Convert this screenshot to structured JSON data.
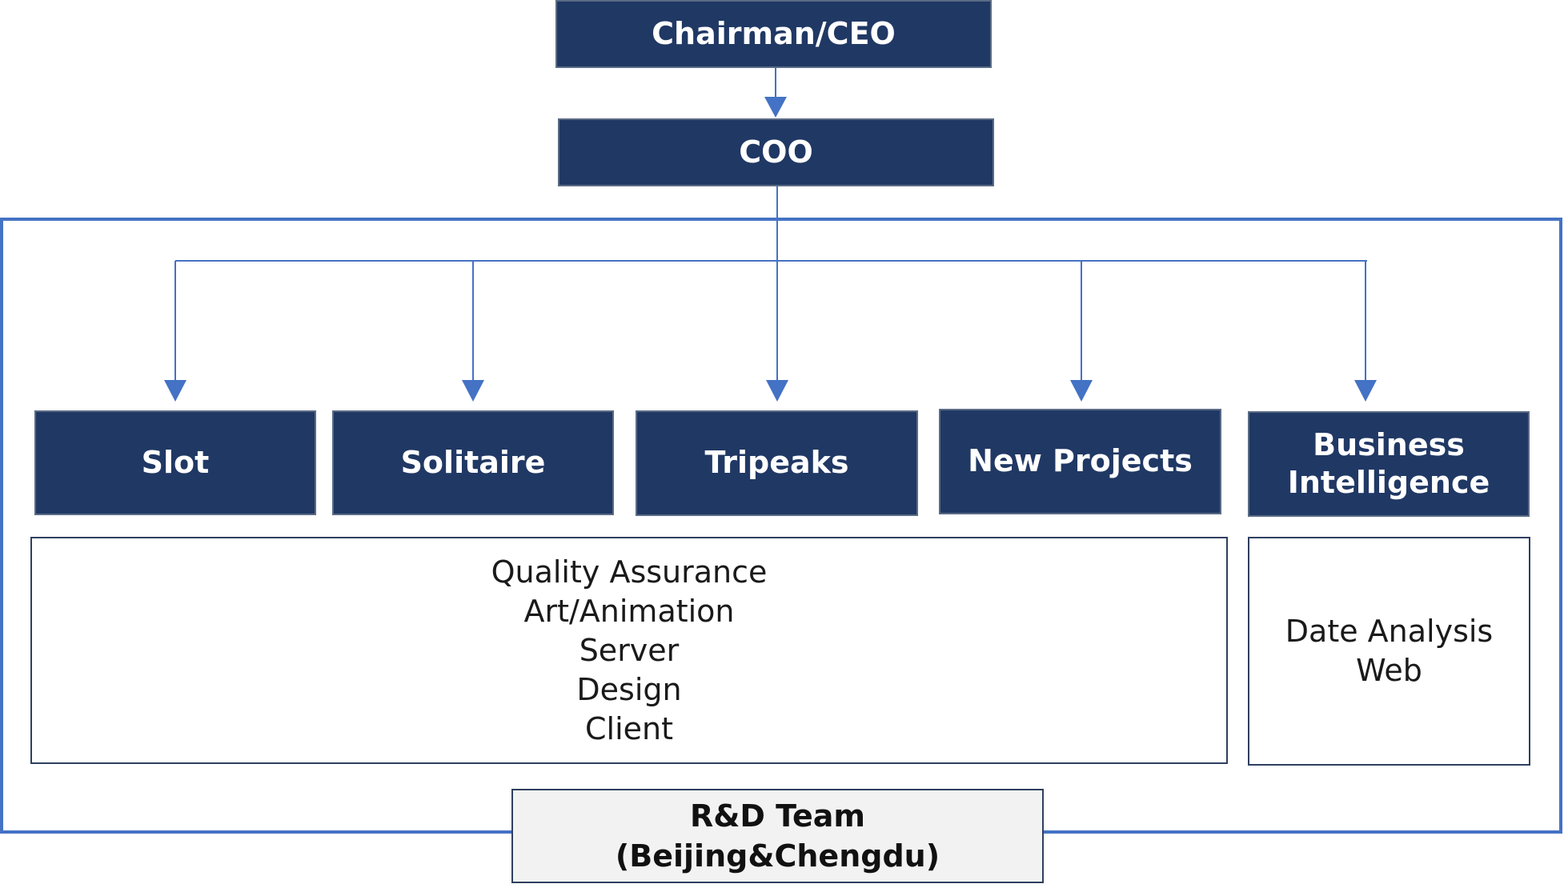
{
  "colors": {
    "box_fill": "#203864",
    "connector": "#4472c4",
    "frame": "#4472c4",
    "team_fill": "#f2f2f2"
  },
  "top": {
    "ceo": "Chairman/CEO",
    "coo": "COO"
  },
  "divisions": [
    {
      "label": "Slot"
    },
    {
      "label": "Solitaire"
    },
    {
      "label": "Tripeaks"
    },
    {
      "label": "New Projects"
    },
    {
      "label_line1": "Business",
      "label_line2": "Intelligence"
    }
  ],
  "shared_functions": [
    "Quality Assurance",
    "Art/Animation",
    "Server",
    "Design",
    "Client"
  ],
  "bi_functions": [
    "Date Analysis",
    "Web"
  ],
  "team": {
    "line1": "R&D Team",
    "line2": "(Beijing&Chengdu)"
  }
}
